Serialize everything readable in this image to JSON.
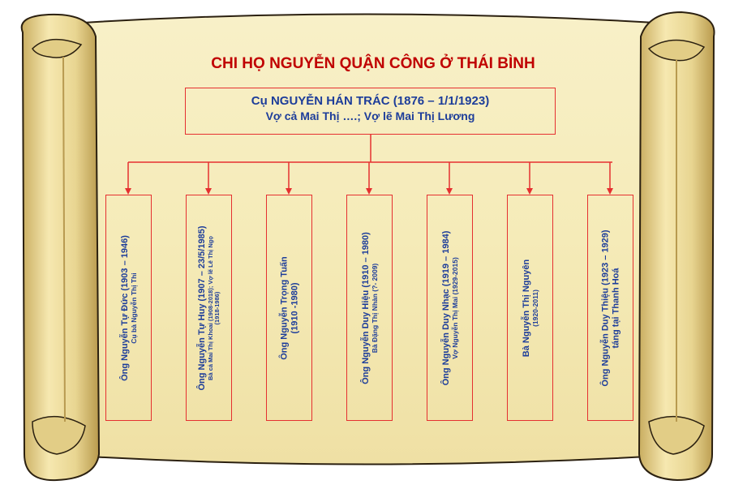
{
  "title": "CHI HỌ NGUYỄN QUẬN CÔNG Ở THÁI BÌNH",
  "root": {
    "name": "Cụ NGUYỄN HÁN TRÁC (1876 – 1/1/1923)",
    "wives": "Vợ cả Mai Thị ….; Vợ lẽ Mai Thị Lương"
  },
  "children": [
    {
      "line1": "Ông Nguyễn Tự Đức (1903 – 1946)",
      "line2": "Cụ bà Nguyễn Thị Thi",
      "line3": ""
    },
    {
      "line1": "Ông Nguyễn Tự Huy (1907 – 23/5/1985)",
      "line2": "Bà cả Mai Thị Khoai (1908-2018); Vợ lẽ Lê Thị Ngọ",
      "line3": "(1918-1986)"
    },
    {
      "line1": "Ông Nguyễn Trọng Tuấn",
      "line2": "(1910 -1980)",
      "line3": ""
    },
    {
      "line1": "Ông Nguyễn Duy Hiệu (1910 – 1980)",
      "line2": "Bà Đặng Thị Nhàn (?- 2009)",
      "line3": ""
    },
    {
      "line1": "Ông Nguyễn Duy Nhạc (1919 – 1984)",
      "line2": "Vợ Nguyễn Thị Mai (1929-2015)",
      "line3": ""
    },
    {
      "line1": "Bà Nguyễn Thị Nguyên",
      "line2": "(1920-2011)",
      "line3": ""
    },
    {
      "line1": "Ông Nguyễn Duy Thiệu (1923 – 1929)",
      "line2": "táng tại Thanh Hoá",
      "line3": ""
    }
  ],
  "colors": {
    "parchment": "#f5ebb8",
    "parchment_shadow": "#d9c37d",
    "outline": "#2b2010",
    "connector": "#e53030",
    "title": "#c00000",
    "text": "#1d3d9a"
  }
}
